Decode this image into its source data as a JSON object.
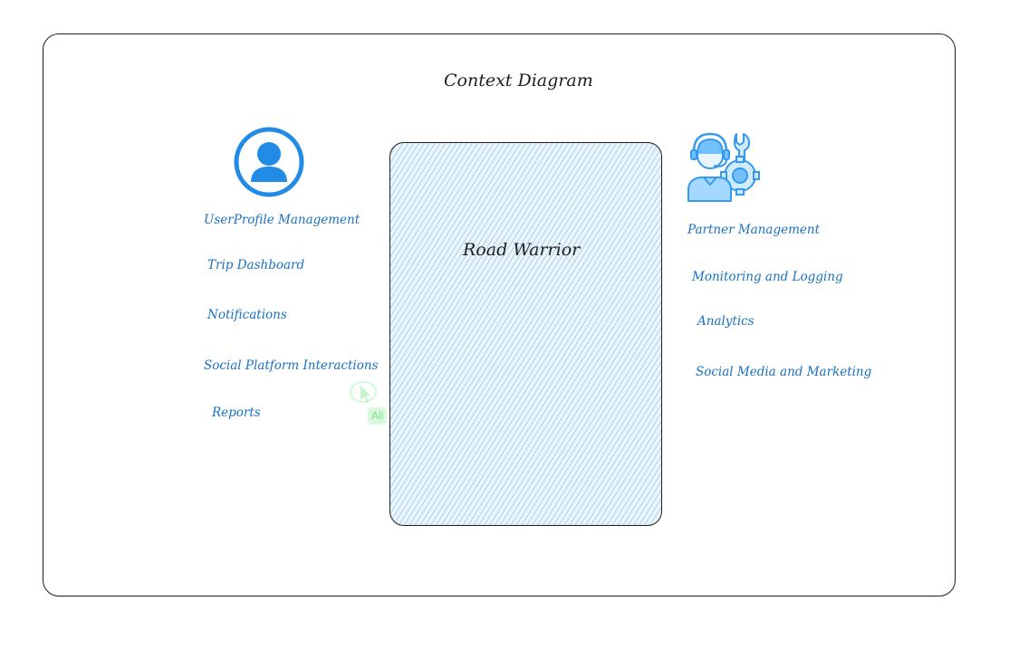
{
  "diagram": {
    "title": "Context Diagram",
    "system": {
      "label": "Road Warrior"
    },
    "user_actor": {
      "icon": "user-icon",
      "color": "#228be6",
      "features": [
        "UserProfile Management",
        "Trip Dashboard",
        "Notifications",
        "Social Platform Interactions",
        "Reports"
      ]
    },
    "partner_actor": {
      "icon": "support-agent-gear-icon",
      "color": "#4dabf7",
      "features": [
        "Partner Management",
        "Monitoring and Logging",
        "Analytics",
        "Social Media and Marketing"
      ]
    }
  },
  "collaborator": {
    "name": "Ali",
    "color": "#69db7c"
  },
  "colors": {
    "label_text": "#1971c2",
    "stroke": "#1e1e1e",
    "box_fill": "#eaf5fc",
    "hatch": "#78b4dc"
  }
}
